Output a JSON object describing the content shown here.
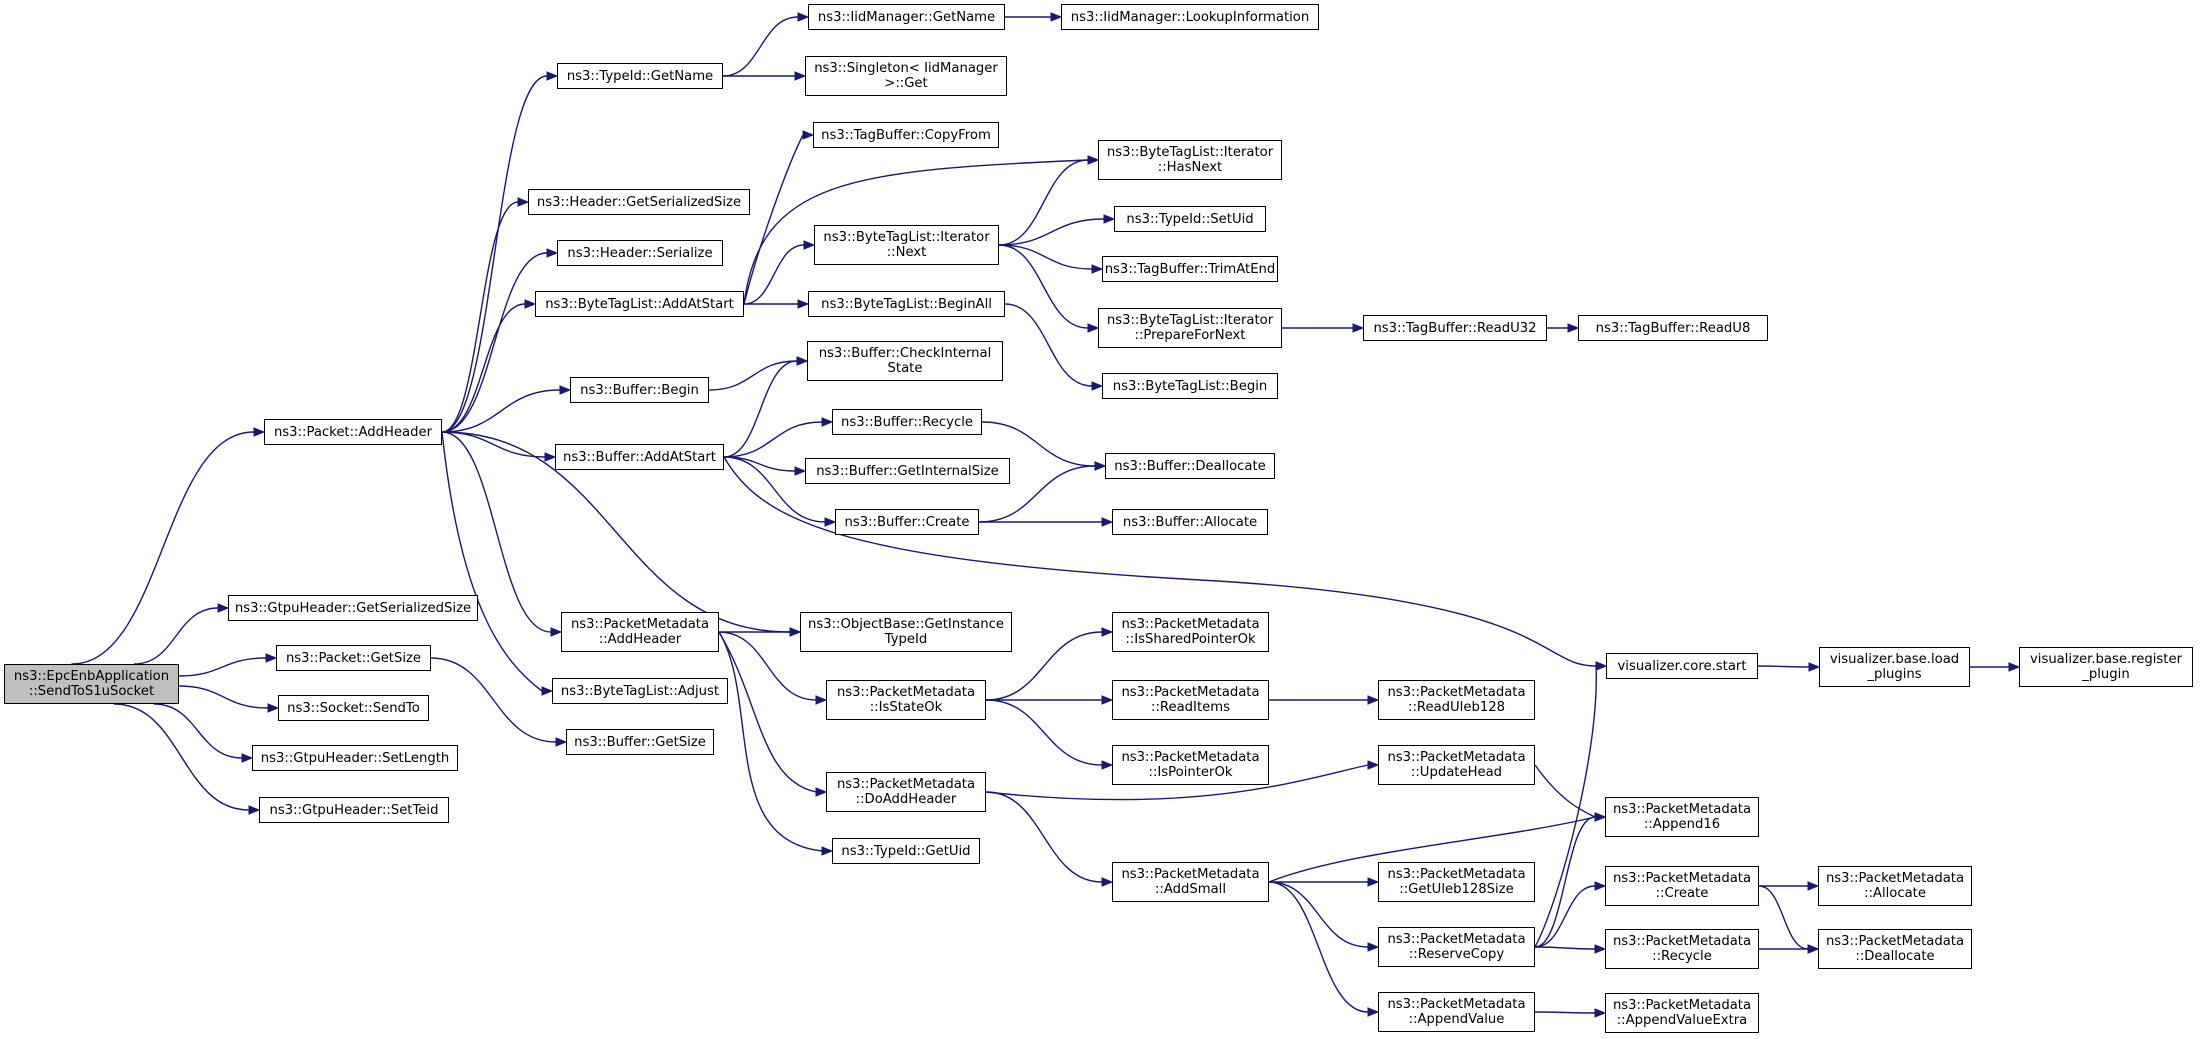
{
  "graph": {
    "root": "n_root",
    "nodes": [
      {
        "id": "n_root",
        "lines": [
          "ns3::EpcEnbApplication",
          "::SendToS1uSocket"
        ]
      },
      {
        "id": "n_addheader",
        "lines": [
          "ns3::Packet::AddHeader"
        ]
      },
      {
        "id": "n_gtpu_getser",
        "lines": [
          "ns3::GtpuHeader::GetSerializedSize"
        ]
      },
      {
        "id": "n_pkt_getsize",
        "lines": [
          "ns3::Packet::GetSize"
        ]
      },
      {
        "id": "n_socket_sendto",
        "lines": [
          "ns3::Socket::SendTo"
        ]
      },
      {
        "id": "n_gtpu_setlen",
        "lines": [
          "ns3::GtpuHeader::SetLength"
        ]
      },
      {
        "id": "n_gtpu_setteid",
        "lines": [
          "ns3::GtpuHeader::SetTeid"
        ]
      },
      {
        "id": "n_typeid_getname",
        "lines": [
          "ns3::TypeId::GetName"
        ]
      },
      {
        "id": "n_hdr_getser",
        "lines": [
          "ns3::Header::GetSerializedSize"
        ]
      },
      {
        "id": "n_hdr_ser",
        "lines": [
          "ns3::Header::Serialize"
        ]
      },
      {
        "id": "n_btl_addatstart",
        "lines": [
          "ns3::ByteTagList::AddAtStart"
        ]
      },
      {
        "id": "n_buf_begin",
        "lines": [
          "ns3::Buffer::Begin"
        ]
      },
      {
        "id": "n_buf_addatstart",
        "lines": [
          "ns3::Buffer::AddAtStart"
        ]
      },
      {
        "id": "n_pm_addheader",
        "lines": [
          "ns3::PacketMetadata",
          "::AddHeader"
        ]
      },
      {
        "id": "n_btl_adjust",
        "lines": [
          "ns3::ByteTagList::Adjust"
        ]
      },
      {
        "id": "n_buf_getsize",
        "lines": [
          "ns3::Buffer::GetSize"
        ]
      },
      {
        "id": "n_iid_getname",
        "lines": [
          "ns3::IidManager::GetName"
        ]
      },
      {
        "id": "n_singleton_get",
        "lines": [
          "ns3::Singleton< IidManager",
          ">::Get"
        ]
      },
      {
        "id": "n_iid_lookup",
        "lines": [
          "ns3::IidManager::LookupInformation"
        ]
      },
      {
        "id": "n_tagbuf_copyfrom",
        "lines": [
          "ns3::TagBuffer::CopyFrom"
        ]
      },
      {
        "id": "n_btli_next",
        "lines": [
          "ns3::ByteTagList::Iterator",
          "::Next"
        ]
      },
      {
        "id": "n_btl_beginall",
        "lines": [
          "ns3::ByteTagList::BeginAll"
        ]
      },
      {
        "id": "n_btli_hasnext",
        "lines": [
          "ns3::ByteTagList::Iterator",
          "::HasNext"
        ]
      },
      {
        "id": "n_typeid_setuid",
        "lines": [
          "ns3::TypeId::SetUid"
        ]
      },
      {
        "id": "n_tagbuf_trimatend",
        "lines": [
          "ns3::TagBuffer::TrimAtEnd"
        ]
      },
      {
        "id": "n_btli_prepare",
        "lines": [
          "ns3::ByteTagList::Iterator",
          "::PrepareForNext"
        ]
      },
      {
        "id": "n_btl_begin",
        "lines": [
          "ns3::ByteTagList::Begin"
        ]
      },
      {
        "id": "n_tagbuf_readu32",
        "lines": [
          "ns3::TagBuffer::ReadU32"
        ]
      },
      {
        "id": "n_tagbuf_readu8",
        "lines": [
          "ns3::TagBuffer::ReadU8"
        ]
      },
      {
        "id": "n_buf_checkinternal",
        "lines": [
          "ns3::Buffer::CheckInternal",
          "State"
        ]
      },
      {
        "id": "n_buf_recycle",
        "lines": [
          "ns3::Buffer::Recycle"
        ]
      },
      {
        "id": "n_buf_getinternalsize",
        "lines": [
          "ns3::Buffer::GetInternalSize"
        ]
      },
      {
        "id": "n_buf_create",
        "lines": [
          "ns3::Buffer::Create"
        ]
      },
      {
        "id": "n_buf_deallocate",
        "lines": [
          "ns3::Buffer::Deallocate"
        ]
      },
      {
        "id": "n_buf_allocate",
        "lines": [
          "ns3::Buffer::Allocate"
        ]
      },
      {
        "id": "n_objbase_getinst",
        "lines": [
          "ns3::ObjectBase::GetInstance",
          "TypeId"
        ]
      },
      {
        "id": "n_pm_isstateok",
        "lines": [
          "ns3::PacketMetadata",
          "::IsStateOk"
        ]
      },
      {
        "id": "n_pm_doaddheader",
        "lines": [
          "ns3::PacketMetadata",
          "::DoAddHeader"
        ]
      },
      {
        "id": "n_typeid_getuid",
        "lines": [
          "ns3::TypeId::GetUid"
        ]
      },
      {
        "id": "n_pm_issharedptrok",
        "lines": [
          "ns3::PacketMetadata",
          "::IsSharedPointerOk"
        ]
      },
      {
        "id": "n_pm_readitems",
        "lines": [
          "ns3::PacketMetadata",
          "::ReadItems"
        ]
      },
      {
        "id": "n_pm_ispointerok",
        "lines": [
          "ns3::PacketMetadata",
          "::IsPointerOk"
        ]
      },
      {
        "id": "n_pm_readuleb",
        "lines": [
          "ns3::PacketMetadata",
          "::ReadUleb128"
        ]
      },
      {
        "id": "n_pm_updatehead",
        "lines": [
          "ns3::PacketMetadata",
          "::UpdateHead"
        ]
      },
      {
        "id": "n_pm_addsmall",
        "lines": [
          "ns3::PacketMetadata",
          "::AddSmall"
        ]
      },
      {
        "id": "n_pm_getulebsize",
        "lines": [
          "ns3::PacketMetadata",
          "::GetUleb128Size"
        ]
      },
      {
        "id": "n_pm_reservecopy",
        "lines": [
          "ns3::PacketMetadata",
          "::ReserveCopy"
        ]
      },
      {
        "id": "n_pm_appendvalue",
        "lines": [
          "ns3::PacketMetadata",
          "::AppendValue"
        ]
      },
      {
        "id": "n_vis_core_start",
        "lines": [
          "visualizer.core.start"
        ]
      },
      {
        "id": "n_vis_base_load",
        "lines": [
          "visualizer.base.load",
          "_plugins"
        ]
      },
      {
        "id": "n_vis_base_register",
        "lines": [
          "visualizer.base.register",
          "_plugin"
        ]
      },
      {
        "id": "n_pm_append16",
        "lines": [
          "ns3::PacketMetadata",
          "::Append16"
        ]
      },
      {
        "id": "n_pm_create",
        "lines": [
          "ns3::PacketMetadata",
          "::Create"
        ]
      },
      {
        "id": "n_pm_recycle",
        "lines": [
          "ns3::PacketMetadata",
          "::Recycle"
        ]
      },
      {
        "id": "n_pm_appendvalueextra",
        "lines": [
          "ns3::PacketMetadata",
          "::AppendValueExtra"
        ]
      },
      {
        "id": "n_pm_allocate",
        "lines": [
          "ns3::PacketMetadata",
          "::Allocate"
        ]
      },
      {
        "id": "n_pm_deallocate",
        "lines": [
          "ns3::PacketMetadata",
          "::Deallocate"
        ]
      }
    ],
    "edges": [
      [
        "n_root",
        "n_addheader"
      ],
      [
        "n_root",
        "n_gtpu_getser"
      ],
      [
        "n_root",
        "n_pkt_getsize"
      ],
      [
        "n_root",
        "n_socket_sendto"
      ],
      [
        "n_root",
        "n_gtpu_setlen"
      ],
      [
        "n_root",
        "n_gtpu_setteid"
      ],
      [
        "n_addheader",
        "n_typeid_getname"
      ],
      [
        "n_addheader",
        "n_hdr_getser"
      ],
      [
        "n_addheader",
        "n_hdr_ser"
      ],
      [
        "n_addheader",
        "n_btl_addatstart"
      ],
      [
        "n_addheader",
        "n_buf_begin"
      ],
      [
        "n_addheader",
        "n_buf_addatstart"
      ],
      [
        "n_addheader",
        "n_pm_addheader"
      ],
      [
        "n_addheader",
        "n_btl_adjust"
      ],
      [
        "n_addheader",
        "n_objbase_getinst"
      ],
      [
        "n_pkt_getsize",
        "n_buf_getsize"
      ],
      [
        "n_typeid_getname",
        "n_iid_getname"
      ],
      [
        "n_typeid_getname",
        "n_singleton_get"
      ],
      [
        "n_iid_getname",
        "n_iid_lookup"
      ],
      [
        "n_btl_addatstart",
        "n_tagbuf_copyfrom"
      ],
      [
        "n_btl_addatstart",
        "n_btli_hasnext"
      ],
      [
        "n_btl_addatstart",
        "n_btli_next"
      ],
      [
        "n_btl_addatstart",
        "n_btl_beginall"
      ],
      [
        "n_btli_next",
        "n_btli_hasnext"
      ],
      [
        "n_btli_next",
        "n_typeid_setuid"
      ],
      [
        "n_btli_next",
        "n_tagbuf_trimatend"
      ],
      [
        "n_btli_next",
        "n_btli_prepare"
      ],
      [
        "n_btl_beginall",
        "n_btl_begin"
      ],
      [
        "n_btli_prepare",
        "n_tagbuf_readu32"
      ],
      [
        "n_tagbuf_readu32",
        "n_tagbuf_readu8"
      ],
      [
        "n_buf_begin",
        "n_buf_checkinternal"
      ],
      [
        "n_buf_addatstart",
        "n_buf_checkinternal"
      ],
      [
        "n_buf_addatstart",
        "n_buf_recycle"
      ],
      [
        "n_buf_addatstart",
        "n_buf_getinternalsize"
      ],
      [
        "n_buf_addatstart",
        "n_buf_create"
      ],
      [
        "n_buf_addatstart",
        "n_vis_core_start"
      ],
      [
        "n_buf_recycle",
        "n_buf_deallocate"
      ],
      [
        "n_buf_create",
        "n_buf_deallocate"
      ],
      [
        "n_buf_create",
        "n_buf_allocate"
      ],
      [
        "n_pm_addheader",
        "n_objbase_getinst"
      ],
      [
        "n_pm_addheader",
        "n_pm_isstateok"
      ],
      [
        "n_pm_addheader",
        "n_pm_doaddheader"
      ],
      [
        "n_pm_addheader",
        "n_typeid_getuid"
      ],
      [
        "n_pm_isstateok",
        "n_pm_issharedptrok"
      ],
      [
        "n_pm_isstateok",
        "n_pm_readitems"
      ],
      [
        "n_pm_isstateok",
        "n_pm_ispointerok"
      ],
      [
        "n_pm_readitems",
        "n_pm_readuleb"
      ],
      [
        "n_pm_doaddheader",
        "n_pm_updatehead"
      ],
      [
        "n_pm_doaddheader",
        "n_pm_addsmall"
      ],
      [
        "n_pm_updatehead",
        "n_pm_append16"
      ],
      [
        "n_pm_addsmall",
        "n_pm_append16"
      ],
      [
        "n_pm_addsmall",
        "n_pm_getulebsize"
      ],
      [
        "n_pm_addsmall",
        "n_pm_reservecopy"
      ],
      [
        "n_pm_addsmall",
        "n_pm_appendvalue"
      ],
      [
        "n_pm_reservecopy",
        "n_vis_core_start"
      ],
      [
        "n_pm_reservecopy",
        "n_pm_append16"
      ],
      [
        "n_pm_reservecopy",
        "n_pm_create"
      ],
      [
        "n_pm_reservecopy",
        "n_pm_recycle"
      ],
      [
        "n_pm_appendvalue",
        "n_pm_appendvalueextra"
      ],
      [
        "n_vis_core_start",
        "n_vis_base_load"
      ],
      [
        "n_vis_base_load",
        "n_vis_base_register"
      ],
      [
        "n_pm_create",
        "n_pm_allocate"
      ],
      [
        "n_pm_create",
        "n_pm_deallocate"
      ],
      [
        "n_pm_recycle",
        "n_pm_deallocate"
      ]
    ]
  }
}
